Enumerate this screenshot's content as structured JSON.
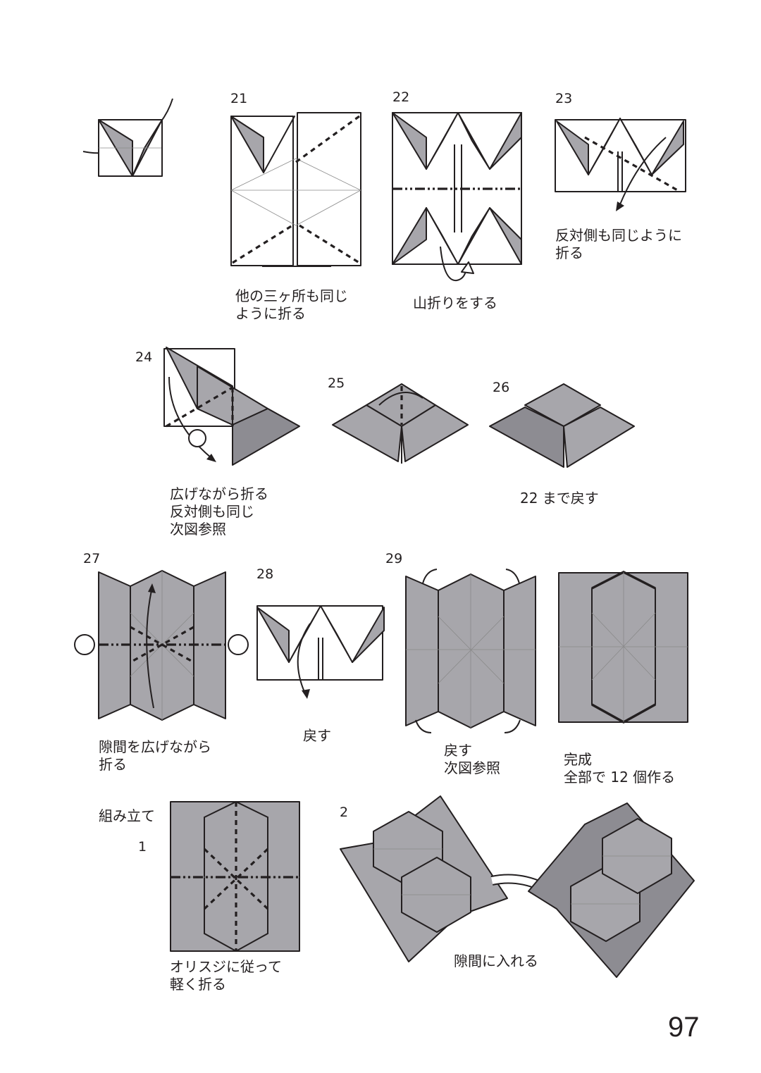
{
  "page_number": "97",
  "steps": [
    {
      "id": "21",
      "number": "21",
      "caption": [
        "他の三ヶ所も同じ",
        "ように折る"
      ]
    },
    {
      "id": "22",
      "number": "22",
      "caption": [
        "山折りをする"
      ]
    },
    {
      "id": "23",
      "number": "23",
      "caption": [
        "反対側も同じように",
        "折る"
      ]
    },
    {
      "id": "24",
      "number": "24",
      "caption": [
        "広げながら折る",
        "反対側も同じ",
        "次図参照"
      ]
    },
    {
      "id": "25",
      "number": "25",
      "caption": []
    },
    {
      "id": "26",
      "number": "26",
      "caption": [
        "22 まで戻す"
      ]
    },
    {
      "id": "27",
      "number": "27",
      "caption": [
        "隙間を広げながら",
        "折る"
      ]
    },
    {
      "id": "28",
      "number": "28",
      "caption": [
        "戻す"
      ]
    },
    {
      "id": "29",
      "number": "29",
      "caption": [
        "戻す",
        "次図参照"
      ]
    },
    {
      "id": "done",
      "number": "",
      "caption": [
        "完成",
        "全部で 12 個作る"
      ]
    }
  ],
  "assembly": {
    "heading": "組み立て",
    "steps": [
      {
        "number": "1",
        "caption": [
          "オリスジに従って",
          "軽く折る"
        ]
      },
      {
        "number": "2",
        "caption": [
          "隙間に入れる"
        ]
      }
    ]
  },
  "colors": {
    "paper_gray": "#a7a6ab",
    "paper_dark": "#8d8c92",
    "line": "#231f20",
    "crease": "#8a8a8a"
  }
}
